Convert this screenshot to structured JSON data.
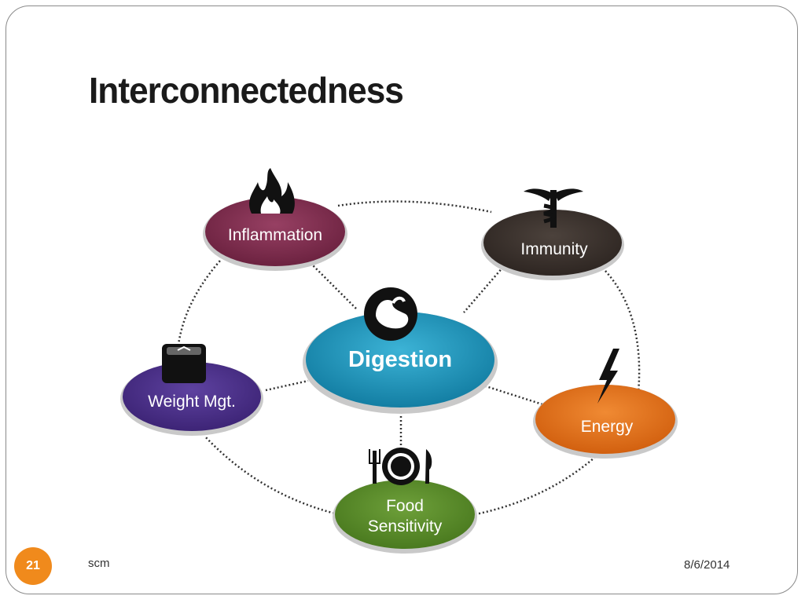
{
  "slide": {
    "title": "Interconnectedness",
    "page_number": "21",
    "footer_text": "scm",
    "date": "8/6/2014"
  },
  "diagram": {
    "center": {
      "label": "Digestion",
      "color": "#1a90b5",
      "icon": "stomach-icon"
    },
    "nodes": [
      {
        "id": "inflammation",
        "label": "Inflammation",
        "color": "#7b2a45",
        "icon": "flame-icon"
      },
      {
        "id": "immunity",
        "label": "Immunity",
        "color": "#3a302b",
        "icon": "caduceus-icon"
      },
      {
        "id": "energy",
        "label": "Energy",
        "color": "#e0711c",
        "icon": "lightning-icon"
      },
      {
        "id": "food-sensitivity",
        "label_lines": [
          "Food",
          "Sensitivity"
        ],
        "color": "#5a8a2a",
        "icon": "plate-icon"
      },
      {
        "id": "weight",
        "label": "Weight Mgt.",
        "color": "#4b2f86",
        "icon": "scale-icon"
      }
    ]
  }
}
